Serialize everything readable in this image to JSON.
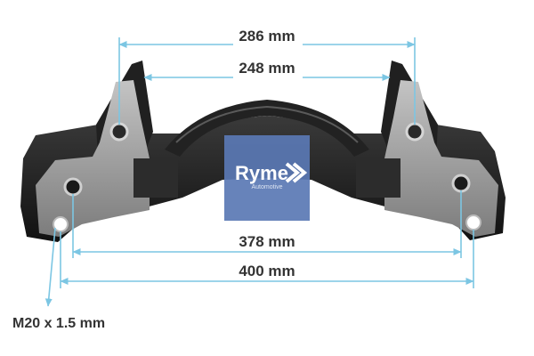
{
  "dimensions": {
    "d286": "286 mm",
    "d248": "248 mm",
    "d378": "378 mm",
    "d400": "400 mm"
  },
  "thread_label": "M20 x 1.5 mm",
  "logo": {
    "name": "Ryme",
    "tagline": "Automotive"
  },
  "colors": {
    "dimension_line": "#7cc6e3",
    "text": "#333333",
    "logo_panel": "#5a78b4",
    "part_dark": "#1e1e1e",
    "part_silver": "#9a9a9a"
  }
}
